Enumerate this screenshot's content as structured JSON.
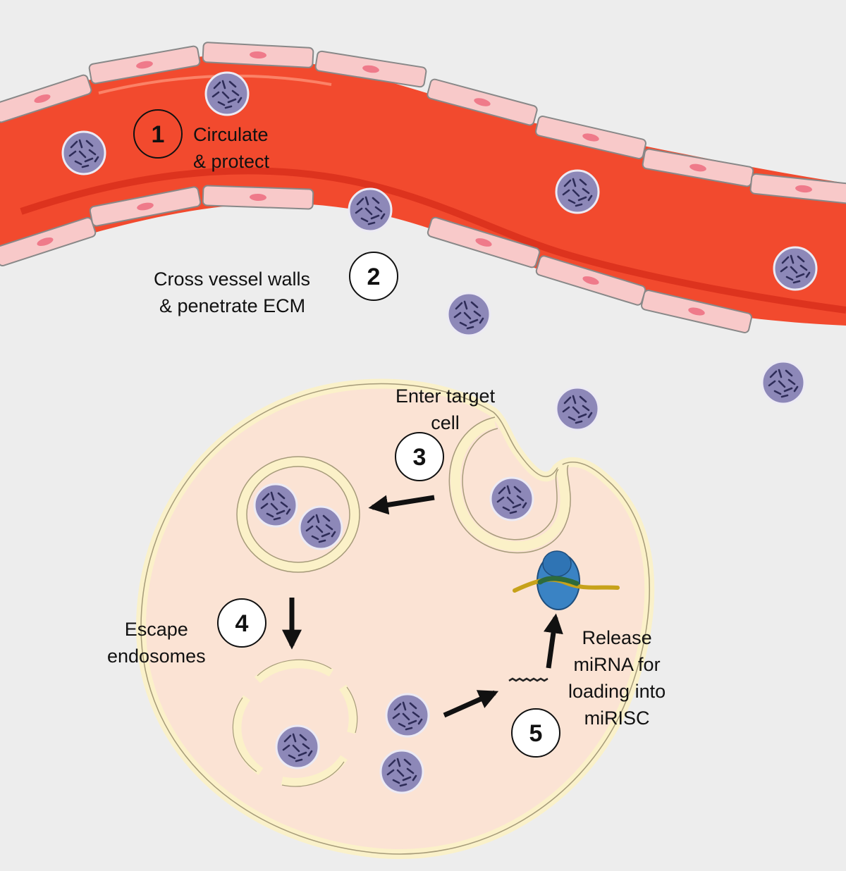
{
  "steps": [
    {
      "number": "1",
      "lines": [
        "Circulate",
        "& protect"
      ]
    },
    {
      "number": "2",
      "lines": [
        "Cross vessel walls",
        "& penetrate ECM"
      ]
    },
    {
      "number": "3",
      "lines": [
        "Enter target",
        "cell"
      ]
    },
    {
      "number": "4",
      "lines": [
        "Escape",
        "endosomes"
      ]
    },
    {
      "number": "5",
      "lines": [
        "Release",
        "miRNA for",
        "loading into",
        "miRISC"
      ]
    }
  ],
  "colors": {
    "background": "#ededed",
    "blood": "#f24a2e",
    "endothelium": "#f8c9c9",
    "cytoplasm": "#fbe3d4",
    "membrane": "#fbf1c8",
    "nanoparticle": "#8d88b8",
    "risc_protein": "#3a83c4",
    "mrna": "#c7a21a"
  },
  "icons": [
    "nanoparticle-icon",
    "endothelial-cell-icon",
    "risc-complex-icon",
    "mirna-strand-icon",
    "arrow-icon"
  ]
}
